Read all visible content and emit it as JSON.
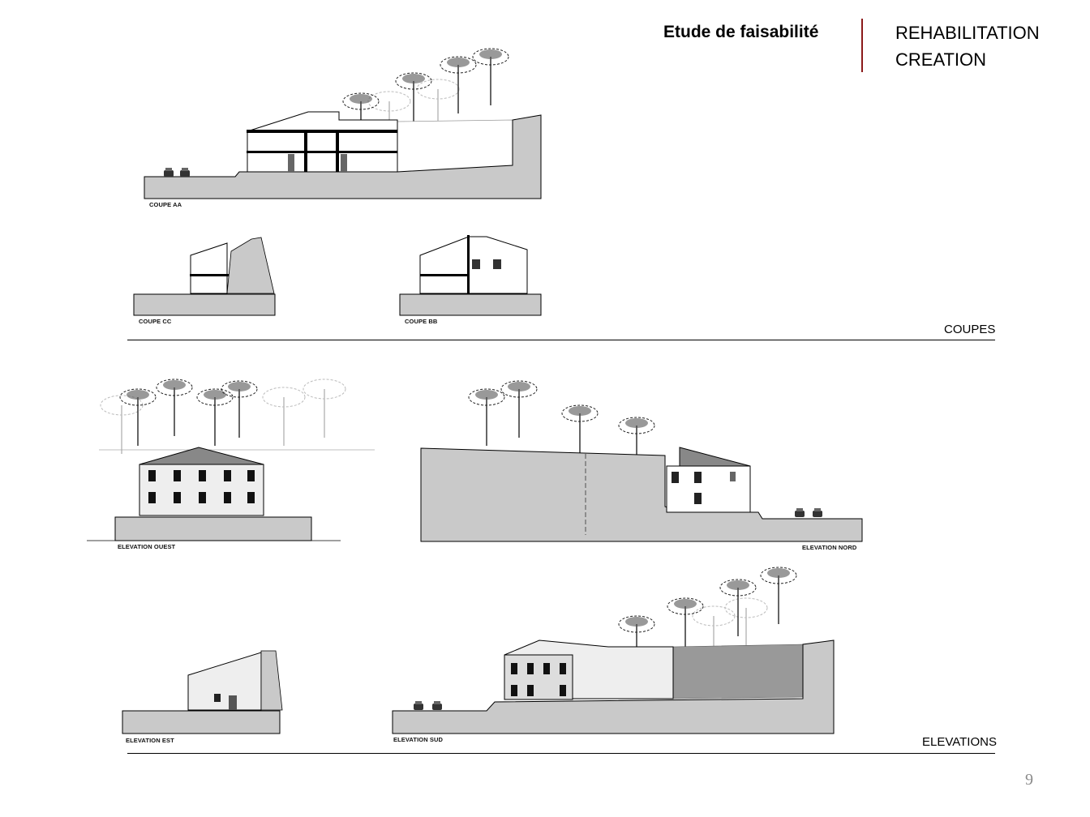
{
  "header": {
    "title": "Etude de faisabilité",
    "subtitle_line1": "REHABILITATION",
    "subtitle_line2": "CREATION",
    "accent_color": "#8b1a1a"
  },
  "sections": {
    "coupes": "COUPES",
    "elevations": "ELEVATIONS"
  },
  "drawings": {
    "coupe_aa": "COUPE AA",
    "coupe_cc": "COUPE CC",
    "coupe_bb": "COUPE BB",
    "elevation_ouest": "ELEVATION OUEST",
    "elevation_nord": "ELEVATION NORD",
    "elevation_est": "ELEVATION EST",
    "elevation_sud": "ELEVATION SUD"
  },
  "page_number": "9"
}
